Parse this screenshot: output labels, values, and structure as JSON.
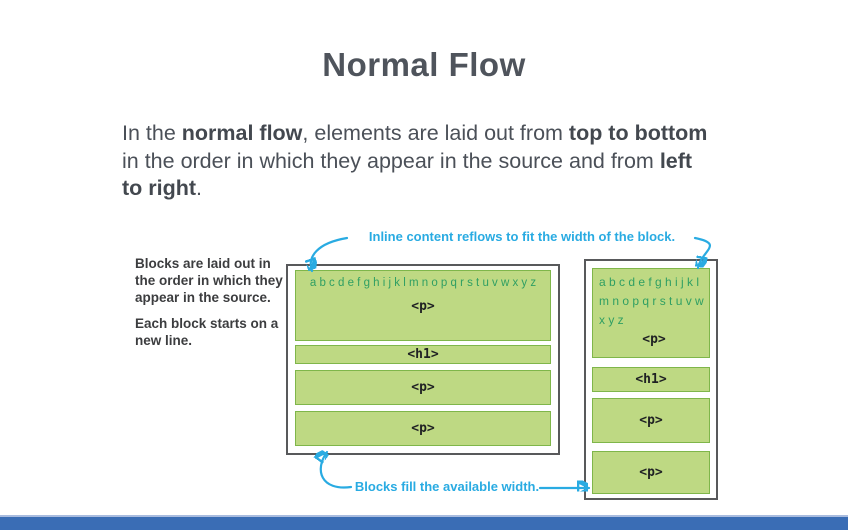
{
  "slide": {
    "title": "Normal Flow",
    "body_segments": [
      {
        "t": "In the "
      },
      {
        "t": "normal flow",
        "b": true
      },
      {
        "t": ", elements are laid out from "
      },
      {
        "t": "top to bottom",
        "b": true
      },
      {
        "br": true
      },
      {
        "t": "in the order in which they appear in the source and from "
      },
      {
        "t": "left",
        "b": true
      },
      {
        "br": true
      },
      {
        "t": "to right",
        "b": true
      },
      {
        "t": "."
      }
    ]
  },
  "diagram": {
    "caption_p1": "Blocks are laid out in the order in which they appear in the source.",
    "caption_p2": "Each block starts on a new line.",
    "annotation_top": "Inline content reflows to fit the width of the block.",
    "annotation_bottom": "Blocks fill the available width.",
    "alphabet": "a b c d e f g h i j k l m n o p q r s t u v w x y z",
    "left_blocks": [
      {
        "label": "<p>"
      },
      {
        "label": "<h1>"
      },
      {
        "label": "<p>"
      },
      {
        "label": "<p>"
      }
    ],
    "right_blocks": [
      {
        "label": "<p>"
      },
      {
        "label": "<h1>"
      },
      {
        "label": "<p>"
      },
      {
        "label": "<p>"
      }
    ],
    "colors": {
      "annotation_blue": "#29abe2",
      "block_green_fill": "#bed983",
      "block_green_border": "#7fb64a",
      "alphabet_green": "#2f9f63",
      "container_border_gray": "#58595b",
      "title_gray": "#4f545c",
      "footer_blue": "#3a6db5",
      "footer_light_blue": "#a9bcdf"
    }
  }
}
